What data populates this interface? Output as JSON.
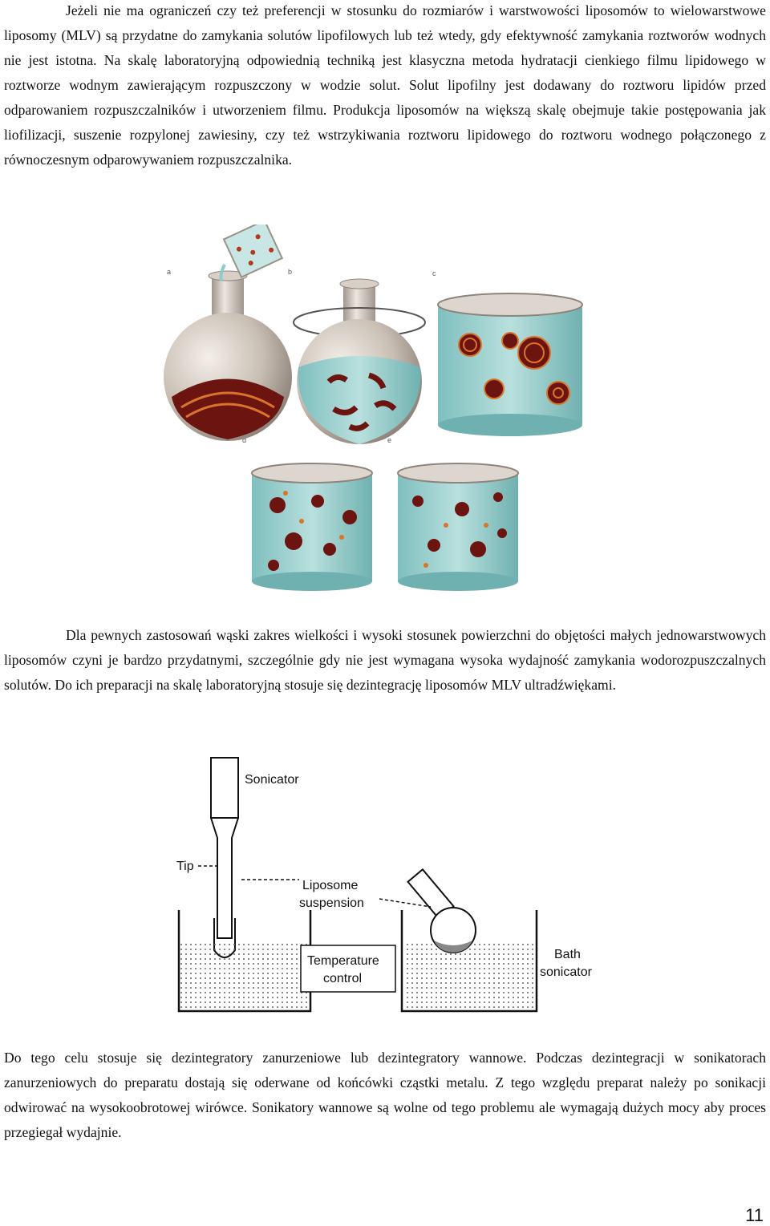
{
  "paragraphs": [
    "Jeżeli nie ma ograniczeń czy też preferencji w stosunku do rozmiarów i warstwowości liposomów to wielowarstwowe liposomy (MLV) są przydatne do zamykania solutów lipofilowych lub też wtedy, gdy efektywność zamykania roztworów wodnych nie jest istotna. Na skalę laboratoryjną odpowiednią techniką jest klasyczna metoda hydratacji cienkiego filmu lipidowego w roztworze wodnym zawierającym rozpuszczony w wodzie solut. Solut lipofilny jest dodawany do roztworu lipidów przed odparowaniem rozpuszczalników i utworzeniem filmu. Produkcja liposomów na większą skalę obejmuje takie postępowania jak liofilizacji, suszenie rozpylonej zawiesiny, czy też wstrzykiwania roztworu lipidowego do roztworu wodnego połączonego z równoczesnym odparowywaniem rozpuszczalnika.",
    "Dla pewnych zastosowań wąski zakres wielkości i wysoki stosunek powierzchni do objętości małych jednowarstwowych liposomów czyni je bardzo przydatnymi, szczególnie gdy nie jest wymagana wysoka wydajność zamykania wodorozpuszczalnych solutów. Do ich preparacji na skalę laboratoryjną stosuje się dezintegrację liposomów MLV ultradźwiękami.",
    "Do tego celu stosuje się dezintegratory zanurzeniowe lub dezintegratory wannowe. Podczas dezintegracji w sonikatorach zanurzeniowych do preparatu dostają się oderwane od końcówki cząstki metalu. Z tego względu preparat należy po sonikacji odwirować na wysokoobrotowej wirówce. Sonikatory wannowe są wolne od tego problemu ale wymagają dużych mocy aby proces przegiegał wydajnie."
  ],
  "figure1": {
    "labels": [
      "a",
      "b",
      "c",
      "d",
      "e"
    ]
  },
  "figure2": {
    "labels": {
      "sonicator": "Sonicator",
      "tip": "Tip",
      "liposome1": "Liposome",
      "liposome2": "suspension",
      "temp1": "Temperature",
      "temp2": "control",
      "bath1": "Bath",
      "bath2": "sonicator"
    }
  },
  "page_number": "11",
  "colors": {
    "liquid": "#9ed0cf",
    "vesicle": "#6b1410",
    "ring": "#d9742a",
    "glass": "#bdb3a9"
  }
}
